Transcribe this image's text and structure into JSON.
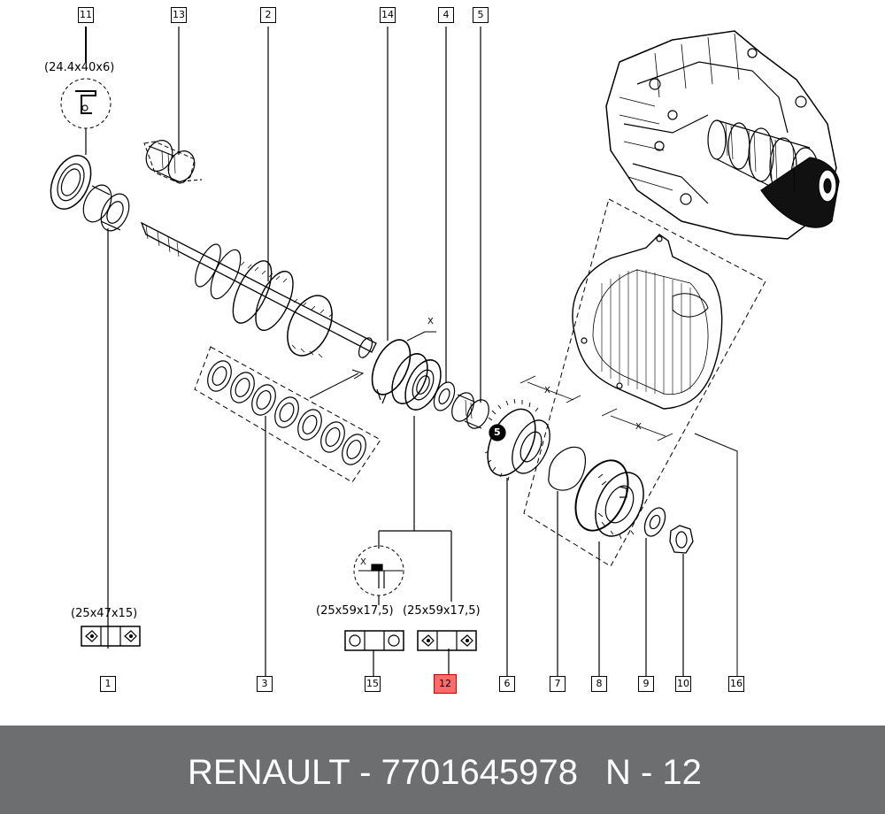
{
  "callouts": [
    {
      "id": "1",
      "highlight": false
    },
    {
      "id": "2",
      "highlight": false
    },
    {
      "id": "3",
      "highlight": false
    },
    {
      "id": "4",
      "highlight": false
    },
    {
      "id": "5",
      "highlight": false
    },
    {
      "id": "6",
      "highlight": false
    },
    {
      "id": "7",
      "highlight": false
    },
    {
      "id": "8",
      "highlight": false
    },
    {
      "id": "9",
      "highlight": false
    },
    {
      "id": "10",
      "highlight": false
    },
    {
      "id": "11",
      "highlight": false
    },
    {
      "id": "12",
      "highlight": true
    },
    {
      "id": "13",
      "highlight": false
    },
    {
      "id": "14",
      "highlight": false
    },
    {
      "id": "15",
      "highlight": false
    },
    {
      "id": "16",
      "highlight": false
    }
  ],
  "dimensions": {
    "seal_11": "(24.4x40x6)",
    "bearing_1": "(25x47x15)",
    "bearing_15": "(25x59x17,5)",
    "bearing_12": "(25x59x17,5)"
  },
  "markers": {
    "x": "X",
    "circled_5": "5"
  },
  "footer": {
    "brand": "RENAULT - 7701645978",
    "ref": "N - 12"
  },
  "colors": {
    "highlight": "#ff6b6b",
    "footer_bg": "#6d6e70",
    "footer_text": "#ffffff"
  }
}
